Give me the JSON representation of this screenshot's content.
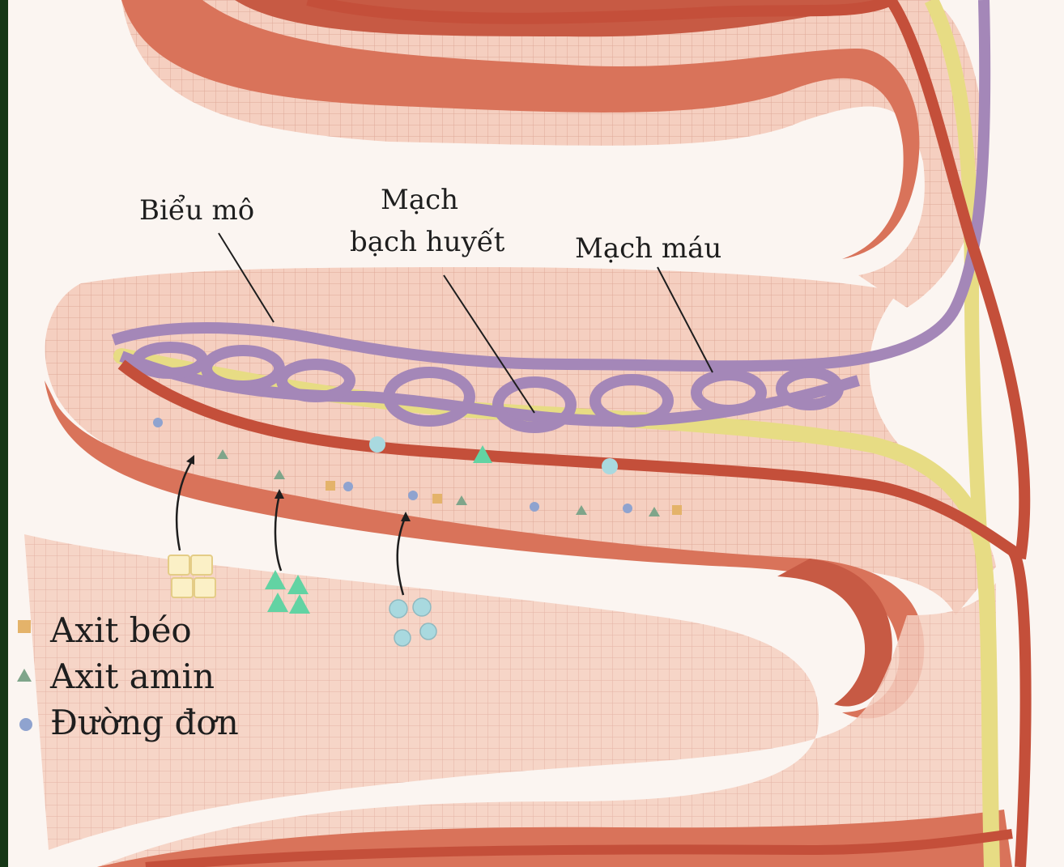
{
  "labels": {
    "epithelium": "Biểu mô",
    "lymph_line1": "Mạch",
    "lymph_line2": "bạch huyết",
    "blood_vessel": "Mạch máu"
  },
  "legend": [
    {
      "text": "Axit béo",
      "marker": "square",
      "color": "#e4b36a"
    },
    {
      "text": "Axit amin",
      "marker": "triangle",
      "color": "#7fa58a"
    },
    {
      "text": "Đường đơn",
      "marker": "circle",
      "color": "#8fa3cf"
    }
  ],
  "colors": {
    "frame": "#163716",
    "background": "#fbf6f2",
    "mucosa": "#f2c5b4",
    "muscle": "#d9735a",
    "blood_vessel": "#c44f3a",
    "lymph_vessel": "#e7dc84",
    "capillary": "#a487b8",
    "fatty_acid": "#fbf0c6",
    "amino_acid": "#62d3a3",
    "simple_sugar": "#a9d9df"
  }
}
